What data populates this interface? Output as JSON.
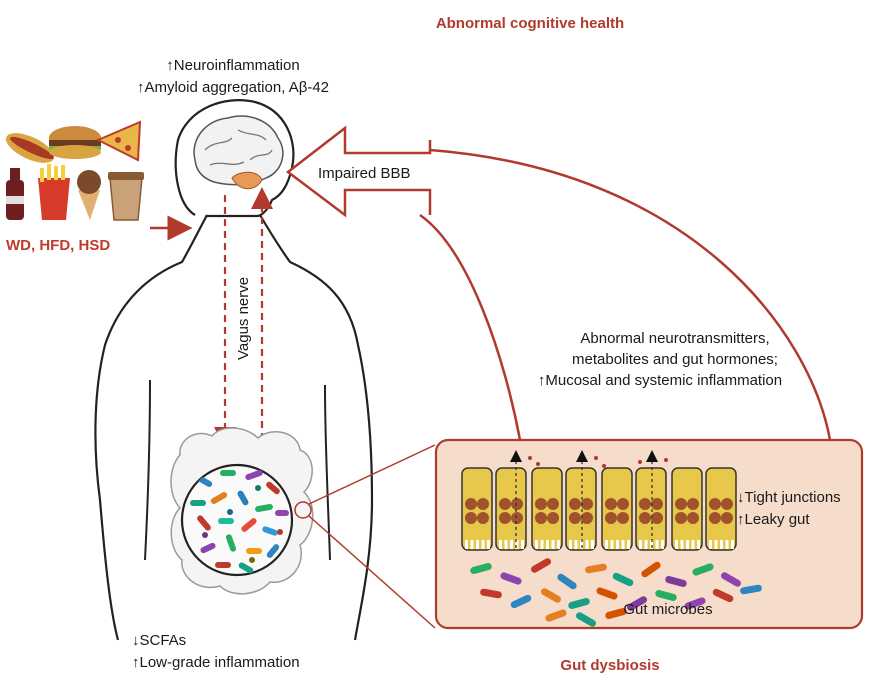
{
  "title": "Abnormal cognitive health",
  "brain_effects": [
    "↑Neuroinflammation",
    "↑Amyloid aggregation, Aβ-42"
  ],
  "diet_label": "WD, HFD, HSD",
  "bbb_label": "Impaired BBB",
  "vagus_label": "Vagus nerve",
  "signals": [
    "Abnormal neurotransmitters,",
    "metabolites and gut hormones;",
    "↑Mucosal and systemic inflammation"
  ],
  "barrier_effects": [
    "↓Tight junctions",
    "↑Leaky gut"
  ],
  "microbes_label": "Gut microbes",
  "gut_effects": [
    "↓SCFAs",
    "↑Low-grade inflammation"
  ],
  "footer": "Gut dysbiosis",
  "colors": {
    "accent": "#b03a2e",
    "panel": "#f6dccb",
    "cell": "#e8c84a",
    "nucleus": "#a0522d"
  }
}
